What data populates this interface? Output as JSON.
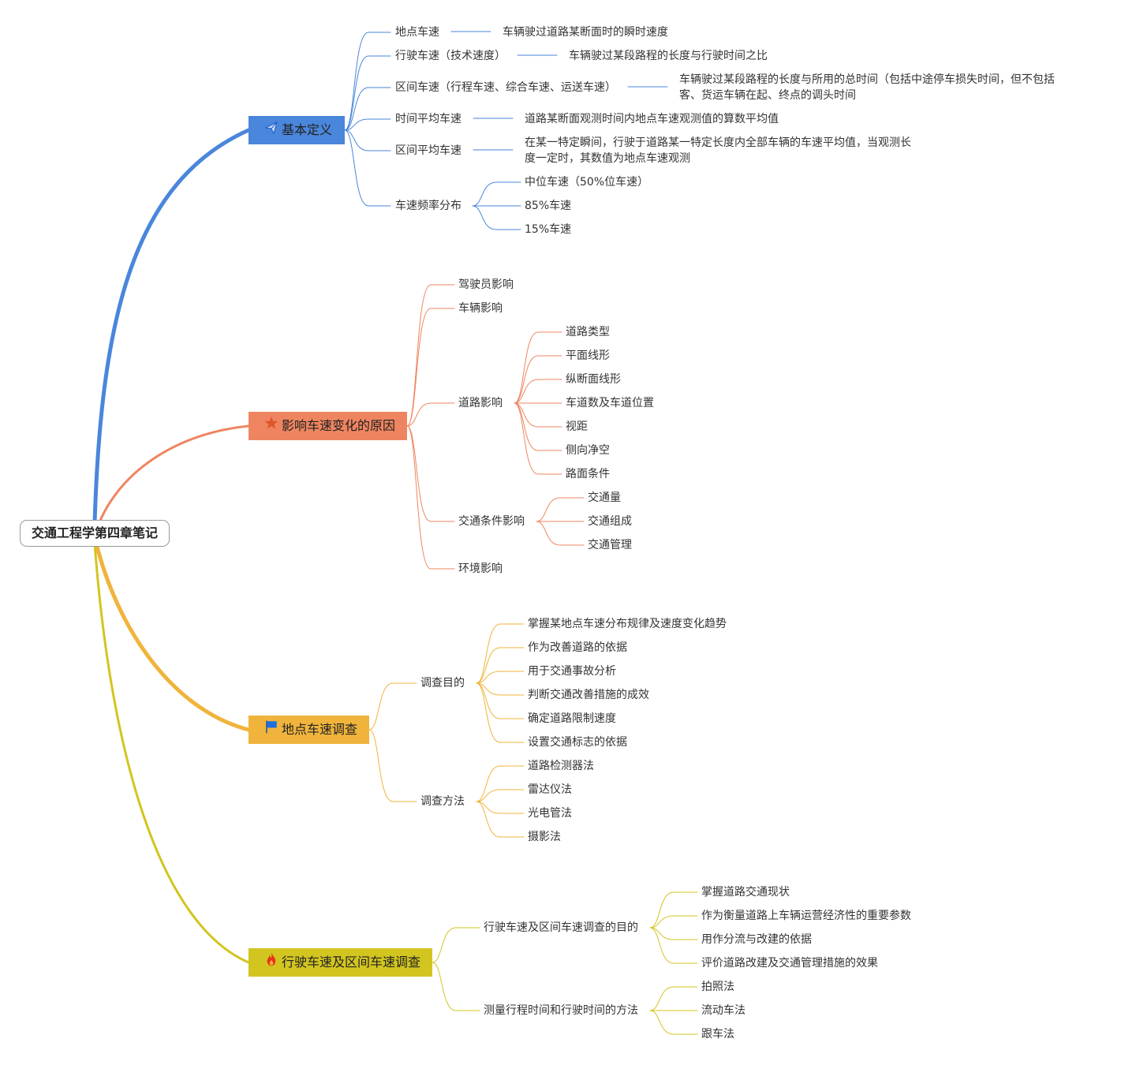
{
  "root": "交通工程学第四章笔记",
  "colors": {
    "blue": "#4a86db",
    "orange": "#ef8560",
    "amber": "#f0b43c",
    "olive": "#d2c520"
  },
  "sections": [
    {
      "title": "基本定义",
      "icon": "paper-plane-icon",
      "items": [
        {
          "label": "地点车速",
          "def": "车辆驶过道路某断面时的瞬时速度"
        },
        {
          "label": "行驶车速（技术速度）",
          "def": "车辆驶过某段路程的长度与行驶时间之比"
        },
        {
          "label": "区间车速（行程车速、综合车速、运送车速）",
          "def": "车辆驶过某段路程的长度与所用的总时间（包括中途停车损失时间，但不包括客、货运车辆在起、终点的调头时间"
        },
        {
          "label": "时间平均车速",
          "def": "道路某断面观测时间内地点车速观测值的算数平均值"
        },
        {
          "label": "区间平均车速",
          "def": "在某一特定瞬间，行驶于道路某一特定长度内全部车辆的车速平均值，当观测长度一定时，其数值为地点车速观测"
        },
        {
          "label": "车速频率分布",
          "children": [
            "中位车速（50%位车速）",
            "85%车速",
            "15%车速"
          ]
        }
      ]
    },
    {
      "title": "影响车速变化的原因",
      "icon": "star-icon",
      "items": [
        {
          "label": "驾驶员影响"
        },
        {
          "label": "车辆影响"
        },
        {
          "label": "道路影响",
          "children": [
            "道路类型",
            "平面线形",
            "纵断面线形",
            "车道数及车道位置",
            "视距",
            "侧向净空",
            "路面条件"
          ]
        },
        {
          "label": "交通条件影响",
          "children": [
            "交通量",
            "交通组成",
            "交通管理"
          ]
        },
        {
          "label": "环境影响"
        }
      ]
    },
    {
      "title": "地点车速调查",
      "icon": "flag-icon",
      "items": [
        {
          "label": "调查目的",
          "children": [
            "掌握某地点车速分布规律及速度变化趋势",
            "作为改善道路的依据",
            "用于交通事故分析",
            "判断交通改善措施的成效",
            "确定道路限制速度",
            "设置交通标志的依据"
          ]
        },
        {
          "label": "调查方法",
          "children": [
            "道路检测器法",
            "雷达仪法",
            "光电管法",
            "摄影法"
          ]
        }
      ]
    },
    {
      "title": "行驶车速及区间车速调查",
      "icon": "fire-icon",
      "items": [
        {
          "label": "行驶车速及区间车速调查的目的",
          "children": [
            "掌握道路交通现状",
            "作为衡量道路上车辆运营经济性的重要参数",
            "用作分流与改建的依据",
            "评价道路改建及交通管理措施的效果"
          ]
        },
        {
          "label": "测量行程时间和行驶时间的方法",
          "children": [
            "拍照法",
            "流动车法",
            "跟车法"
          ]
        }
      ]
    }
  ]
}
